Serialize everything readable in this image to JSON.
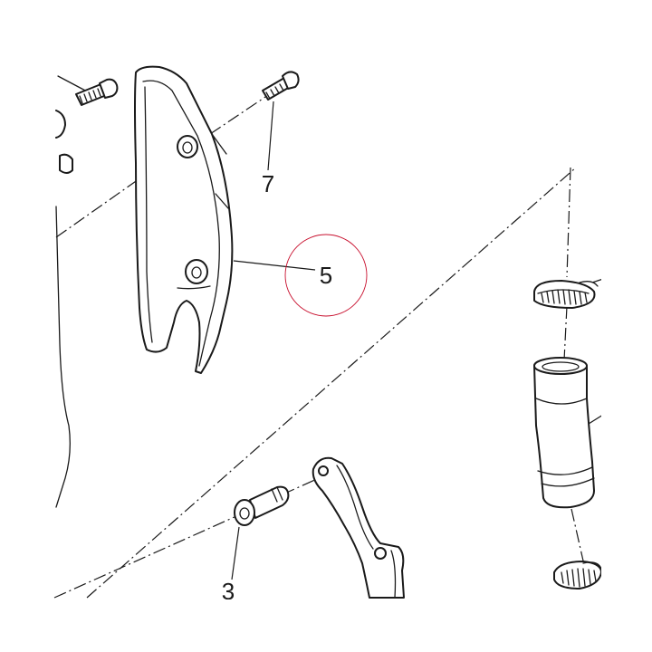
{
  "diagram": {
    "callouts": {
      "part_7": "7",
      "part_5": "5",
      "part_3": "3"
    },
    "highlight_color": "#c8102e",
    "line_color": "#1a1a1a"
  }
}
